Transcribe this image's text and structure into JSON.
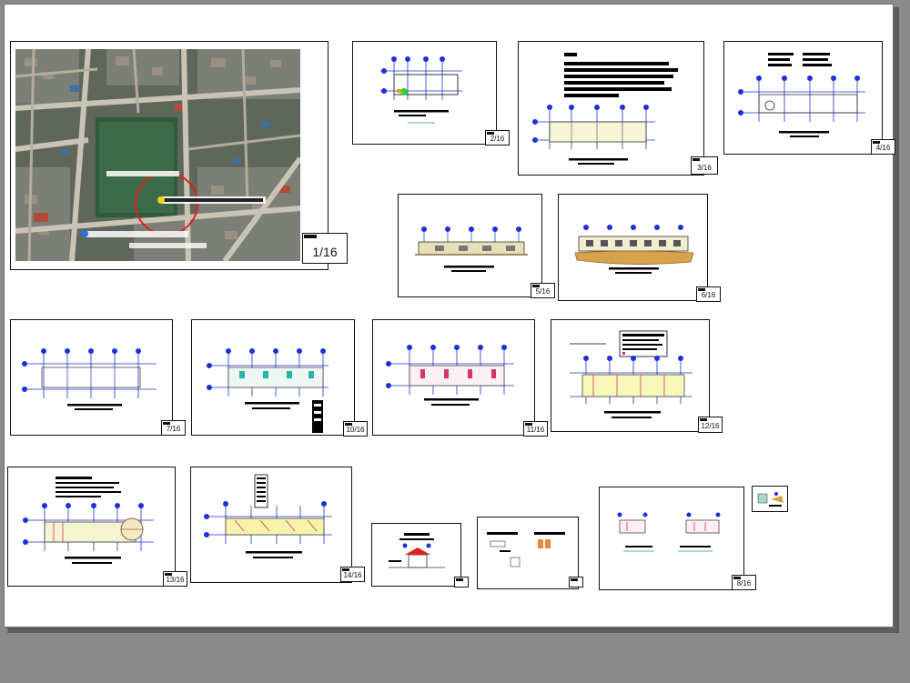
{
  "sheet_labels": {
    "s1": "1/16",
    "s2": "2/16",
    "s3": "3/16",
    "s4": "4/16",
    "s5": "5/16",
    "s6": "6/16",
    "s7": "7/16",
    "s10": "10/16",
    "s11": "11/16",
    "s12": "12/16",
    "s13": "13/16",
    "s14": "14/16",
    "s8": "8/16"
  },
  "colors": {
    "background": "#8a8a8a",
    "sheet": "#ffffff",
    "grid_bubble": "#1f2fd6",
    "title_bar": "#000000",
    "underline": "#1aa05a",
    "site_marker": "#e02020"
  }
}
